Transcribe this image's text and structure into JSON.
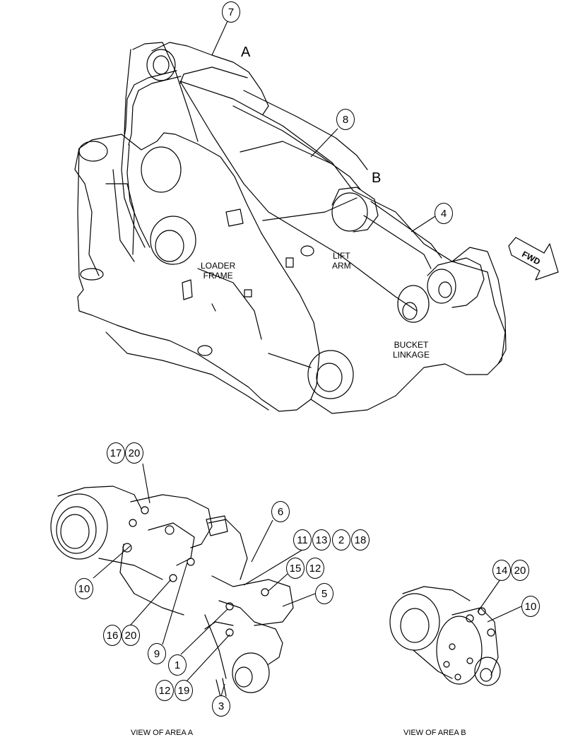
{
  "labels": {
    "loader_frame": [
      "LOADER",
      "FRAME"
    ],
    "lift_arm": [
      "LIFT",
      "ARM"
    ],
    "bucket_linkage": [
      "BUCKET",
      "LINKAGE"
    ],
    "fwd": "FWD"
  },
  "area_letters": {
    "a": "A",
    "b": "B"
  },
  "captions": {
    "view_a": "VIEW OF AREA A",
    "view_b": "VIEW OF AREA B"
  },
  "callouts_main": {
    "c7": "7",
    "c8": "8",
    "c4": "4"
  },
  "callouts_view_a": {
    "c17": "17",
    "c20a": "20",
    "c6": "6",
    "c11": "11",
    "c13": "13",
    "c2": "2",
    "c18": "18",
    "c15": "15",
    "c12a": "12",
    "c5": "5",
    "c10": "10",
    "c16": "16",
    "c20b": "20",
    "c9": "9",
    "c1": "1",
    "c12b": "12",
    "c19": "19",
    "c3": "3"
  },
  "callouts_view_b": {
    "c14": "14",
    "c20": "20",
    "c10": "10"
  }
}
